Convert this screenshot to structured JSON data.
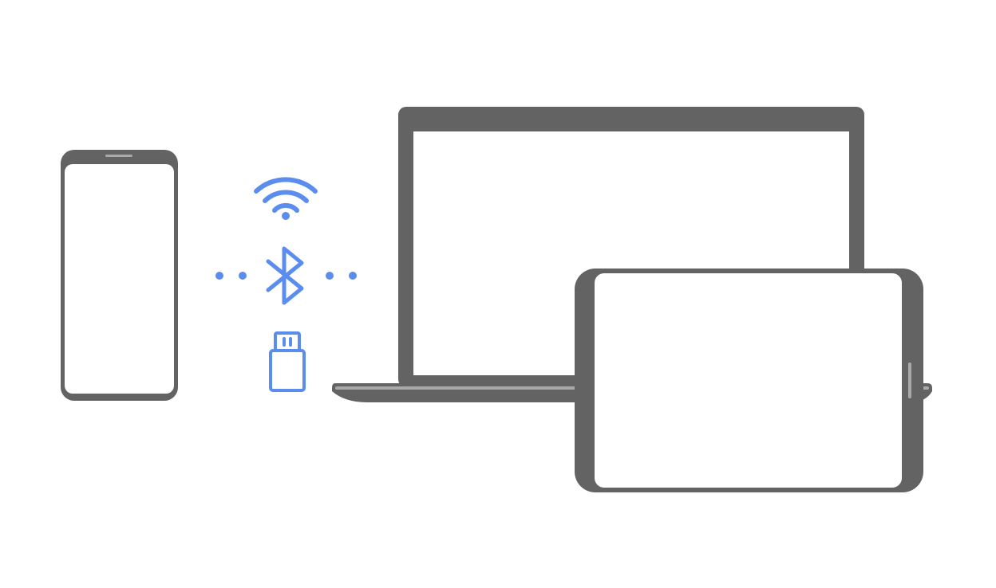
{
  "colors": {
    "background": "#ffffff",
    "device_frame": "#636363",
    "device_screen": "#ffffff",
    "laptop_base_highlight": "#a9a9a9",
    "connection_accent": "#5b8def"
  },
  "devices": [
    {
      "icon": "smartphone-icon",
      "orientation": "portrait"
    },
    {
      "icon": "laptop-icon"
    },
    {
      "icon": "tablet-icon",
      "orientation": "landscape"
    }
  ],
  "connections": {
    "icons": [
      "wifi-icon",
      "bluetooth-icon",
      "usb-icon"
    ],
    "dots_each_side": 2
  }
}
